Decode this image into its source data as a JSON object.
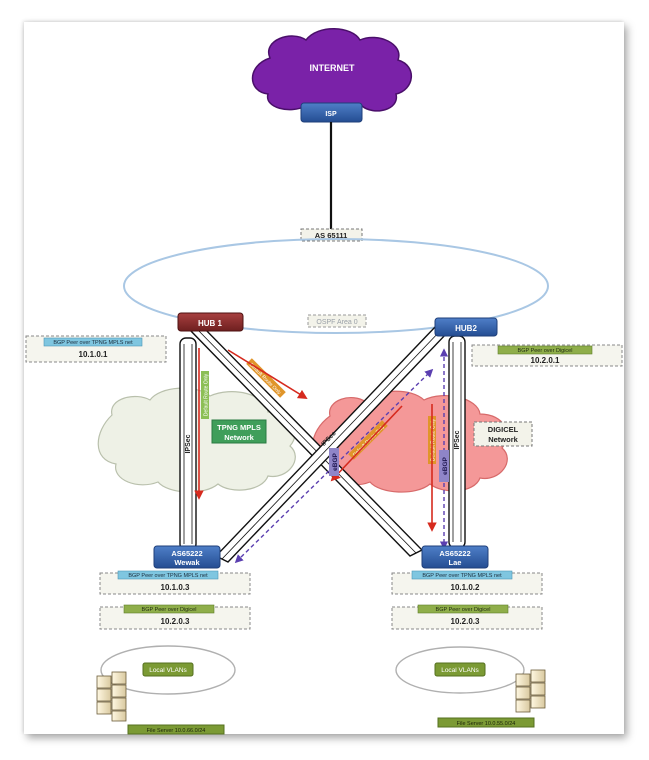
{
  "internet": {
    "label": "INTERNET"
  },
  "isp": {
    "label": "ISP"
  },
  "as_top": {
    "label": "AS 65111"
  },
  "ospf": {
    "label": "OSPF Area 0"
  },
  "hub1": {
    "label": "HUB 1",
    "color": "#8b2b2b"
  },
  "hub2": {
    "label": "HUB2",
    "color": "#2f5fa8"
  },
  "hub1_info": {
    "peer": "BGP Peer over TPNG MPLS net",
    "ip": "10.1.0.1"
  },
  "hub2_info": {
    "peer": "BGP Peer over Digicel",
    "ip": "10.2.0.1"
  },
  "tpng_cloud": {
    "label_line1": "TPNG MPLS",
    "label_line2": "Network"
  },
  "digicel_cloud": {
    "label_line1": "DIGICEL",
    "label_line2": "Network"
  },
  "tunnels": {
    "ipsec": "IPSec",
    "default_route": "Default Route Only",
    "ebgp": "eBGP"
  },
  "wewak": {
    "as_label": "AS65222",
    "name": "Wewak",
    "peer_mpls": "BGP Peer over TPNG MPLS net",
    "ip_mpls": "10.1.0.3",
    "peer_digicel": "BGP Peer over Digicel",
    "ip_digicel": "10.2.0.3",
    "vlans": "Local VLANs",
    "server": "File Server 10.0.66.0/24"
  },
  "lae": {
    "as_label": "AS65222",
    "name": "Lae",
    "peer_mpls": "BGP Peer over TPNG MPLS net",
    "ip_mpls": "10.1.0.2",
    "peer_digicel": "BGP Peer over Digicel",
    "ip_digicel": "10.2.0.3",
    "vlans": "Local VLANs",
    "server": "File Server 10.0.55.0/24"
  },
  "colors": {
    "router_blue": "#2f5fa8",
    "router_red": "#8b2b2b",
    "internet_purple": "#7a22a8",
    "mpls_green": "#3f9e5a",
    "label_green": "#7b9a34",
    "label_blue": "#7fc6e0",
    "digicel_pink": "#f28a8a",
    "ebgp_purple": "#6c5bb5",
    "arrow_red": "#d62a1e",
    "route_orange": "#e0952a"
  }
}
